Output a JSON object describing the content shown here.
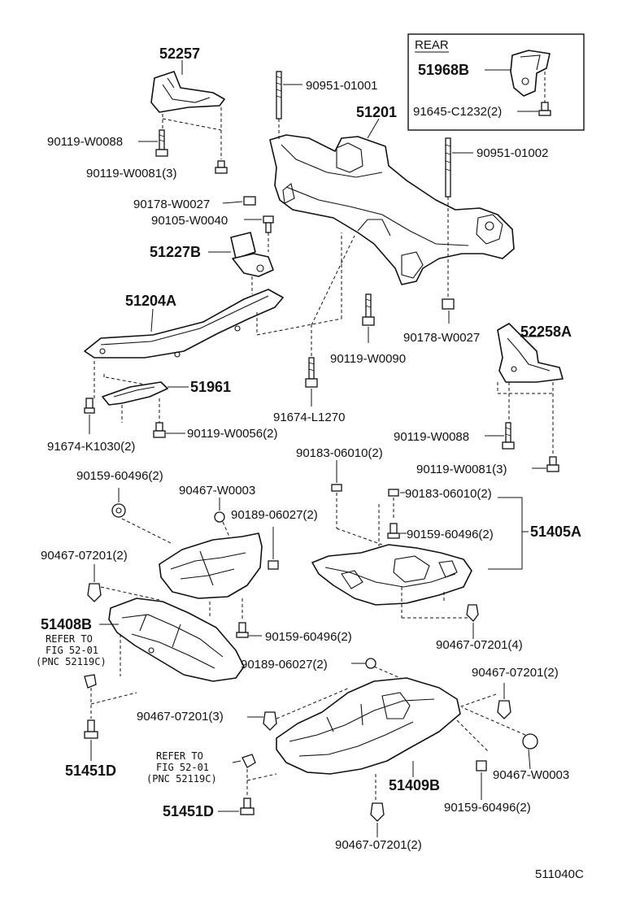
{
  "inset": {
    "title": "REAR"
  },
  "diagram_code": "511040C",
  "refer_note": {
    "line1": "REFER TO",
    "line2": "FIG 52-01",
    "line3": "(PNC 52119C)"
  },
  "labels": {
    "p52257": "52257",
    "p90951_01001": "90951-01001",
    "p51201": "51201",
    "p51968b": "51968B",
    "p91645": "91645-C1232(2)",
    "p90951_01002": "90951-01002",
    "p90119_w0088_a": "90119-W0088",
    "p90119_w0081_a": "90119-W0081(3)",
    "p90178_w0027_a": "90178-W0027",
    "p90105_w0040": "90105-W0040",
    "p51227b": "51227B",
    "p51204a": "51204A",
    "p90119_w0090": "90119-W0090",
    "p90178_w0027_b": "90178-W0027",
    "p52258a": "52258A",
    "p51961": "51961",
    "p91674_l1270": "91674-L1270",
    "p91674_k1030": "91674-K1030(2)",
    "p90119_w0056": "90119-W0056(2)",
    "p90119_w0088_b": "90119-W0088",
    "p90183_a": "90183-06010(2)",
    "p90119_w0081_b": "90119-W0081(3)",
    "p90159_a": "90159-60496(2)",
    "p90467_w0003_a": "90467-W0003",
    "p90189_a": "90189-06027(2)",
    "p90183_b": "90183-06010(2)",
    "p90467_07201_a": "90467-07201(2)",
    "p90159_b": "90159-60496(2)",
    "p51405a": "51405A",
    "p51408b": "51408B",
    "p90159_c": "90159-60496(2)",
    "p90467_07201_b": "90467-07201(4)",
    "p90189_b": "90189-06027(2)",
    "p90467_07201_c": "90467-07201(2)",
    "p90467_07201_d": "90467-07201(3)",
    "p51451d_a": "51451D",
    "p51409b": "51409B",
    "p90467_w0003_b": "90467-W0003",
    "p90159_d": "90159-60496(2)",
    "p51451d_b": "51451D",
    "p90467_07201_e": "90467-07201(2)"
  }
}
